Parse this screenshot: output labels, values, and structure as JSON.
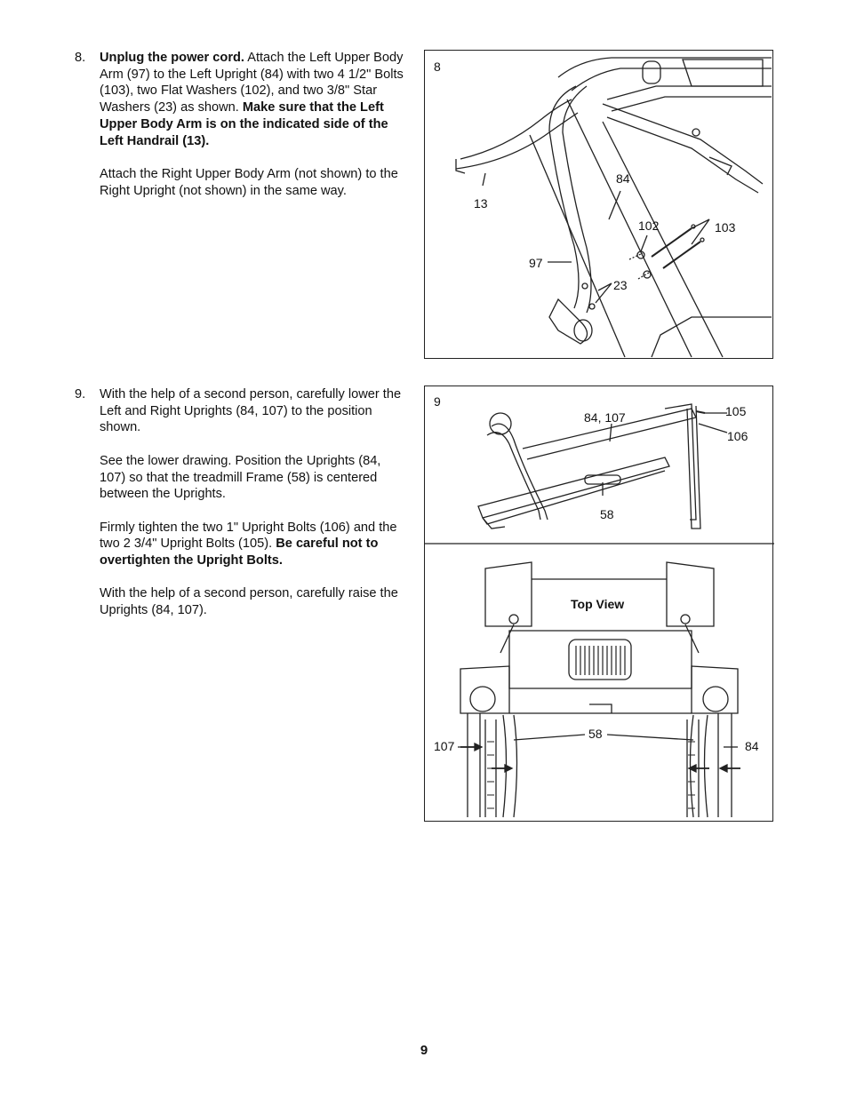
{
  "steps": [
    {
      "number": "8.",
      "p1_bold": "Unplug the power cord.",
      "p1_text": " Attach the Left Upper Body Arm (97) to the Left Upright (84) with two 4 1/2\" Bolts (103), two Flat Washers (102), and two 3/8\" Star Washers (23) as shown. ",
      "p1_bold2": "Make sure that the Left Upper Body Arm is on the indicated side of the Left Handrail (13).",
      "p2": "Attach the Right Upper Body Arm (not shown) to the Right Upright (not shown) in the same way."
    },
    {
      "number": "9.",
      "p1": "With the help of a second person, carefully lower the Left and Right Uprights (84, 107) to the position shown.",
      "p2": "See the lower drawing. Position the Uprights (84, 107) so that the treadmill Frame (58) is centered between the Uprights.",
      "p3_text": "Firmly tighten the two 1\" Upright Bolts (106) and the two 2 3/4\" Upright Bolts (105). ",
      "p3_bold": "Be careful not to overtighten the Upright Bolts.",
      "p4": "With the help of a second person, carefully raise the Uprights (84, 107)."
    }
  ],
  "figure8": {
    "number": "8",
    "labels": {
      "l13": "13",
      "l84": "84",
      "l102": "102",
      "l103": "103",
      "l97": "97",
      "l23": "23"
    }
  },
  "figure9": {
    "number": "9",
    "labels": {
      "l84_107": "84, 107",
      "l105": "105",
      "l106": "106",
      "l58": "58"
    },
    "top_view": {
      "title": "Top View",
      "labels": {
        "l107": "107",
        "l58": "58",
        "l84": "84"
      }
    }
  },
  "page_number": "9"
}
